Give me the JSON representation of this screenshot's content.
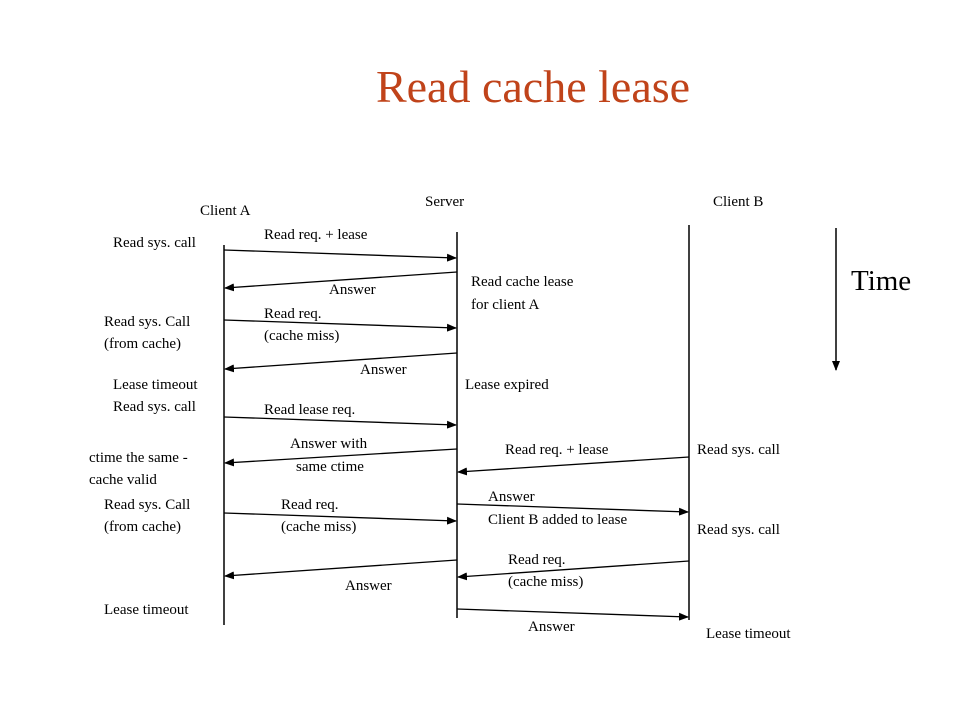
{
  "title": "Read cache lease",
  "actors": {
    "client_a": "Client A",
    "server": "Server",
    "client_b": "Client B"
  },
  "time_label": "Time",
  "client_a_notes": {
    "read_sys_call_1": "Read sys. call",
    "read_sys_call_from_cache_1a": "Read sys. Call",
    "read_sys_call_from_cache_1b": "(from cache)",
    "lease_timeout_1": "Lease timeout",
    "read_sys_call_2": "Read sys. call",
    "ctime_same_a": "ctime the same -",
    "ctime_same_b": "cache valid",
    "read_sys_call_from_cache_2a": "Read sys. Call",
    "read_sys_call_from_cache_2b": "(from cache)",
    "lease_timeout_2": "Lease timeout"
  },
  "server_notes": {
    "read_cache_lease_a": "Read cache lease",
    "read_cache_lease_b": "for client A",
    "lease_expired": "Lease expired"
  },
  "client_b_notes": {
    "read_sys_call_1": "Read sys. call",
    "read_sys_call_2": "Read sys. call",
    "lease_timeout": "Lease timeout"
  },
  "messages": {
    "m1": "Read req. + lease",
    "m2": "Answer",
    "m3a": "Read req.",
    "m3b": "(cache miss)",
    "m4": "Answer",
    "m5": "Read lease req.",
    "m6a": "Answer with",
    "m6b": "same ctime",
    "m7": "Read req. + lease",
    "m8a": "Answer",
    "m8b": "Client B added to lease",
    "m9a": "Read req.",
    "m9b": "(cache miss)",
    "m10a": "Read req.",
    "m10b": "(cache miss)",
    "m11": "Answer",
    "m12": "Answer"
  }
}
